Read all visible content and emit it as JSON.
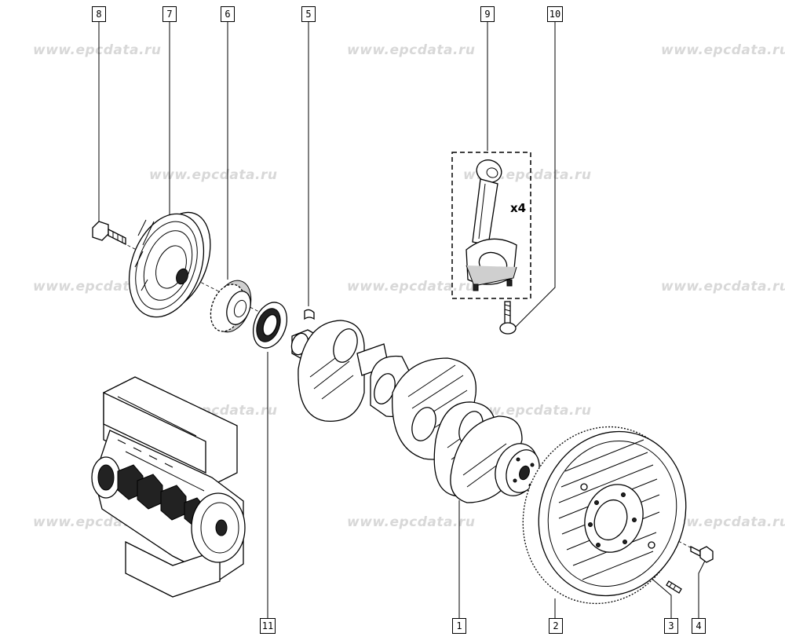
{
  "watermark_text": "www.epcdata.ru",
  "callouts": {
    "p1": "1",
    "p2": "2",
    "p3": "3",
    "p4": "4",
    "p5": "5",
    "p6": "6",
    "p7": "7",
    "p8": "8",
    "p9": "9",
    "p10": "10",
    "p11": "11"
  },
  "quantity_label": "x4"
}
